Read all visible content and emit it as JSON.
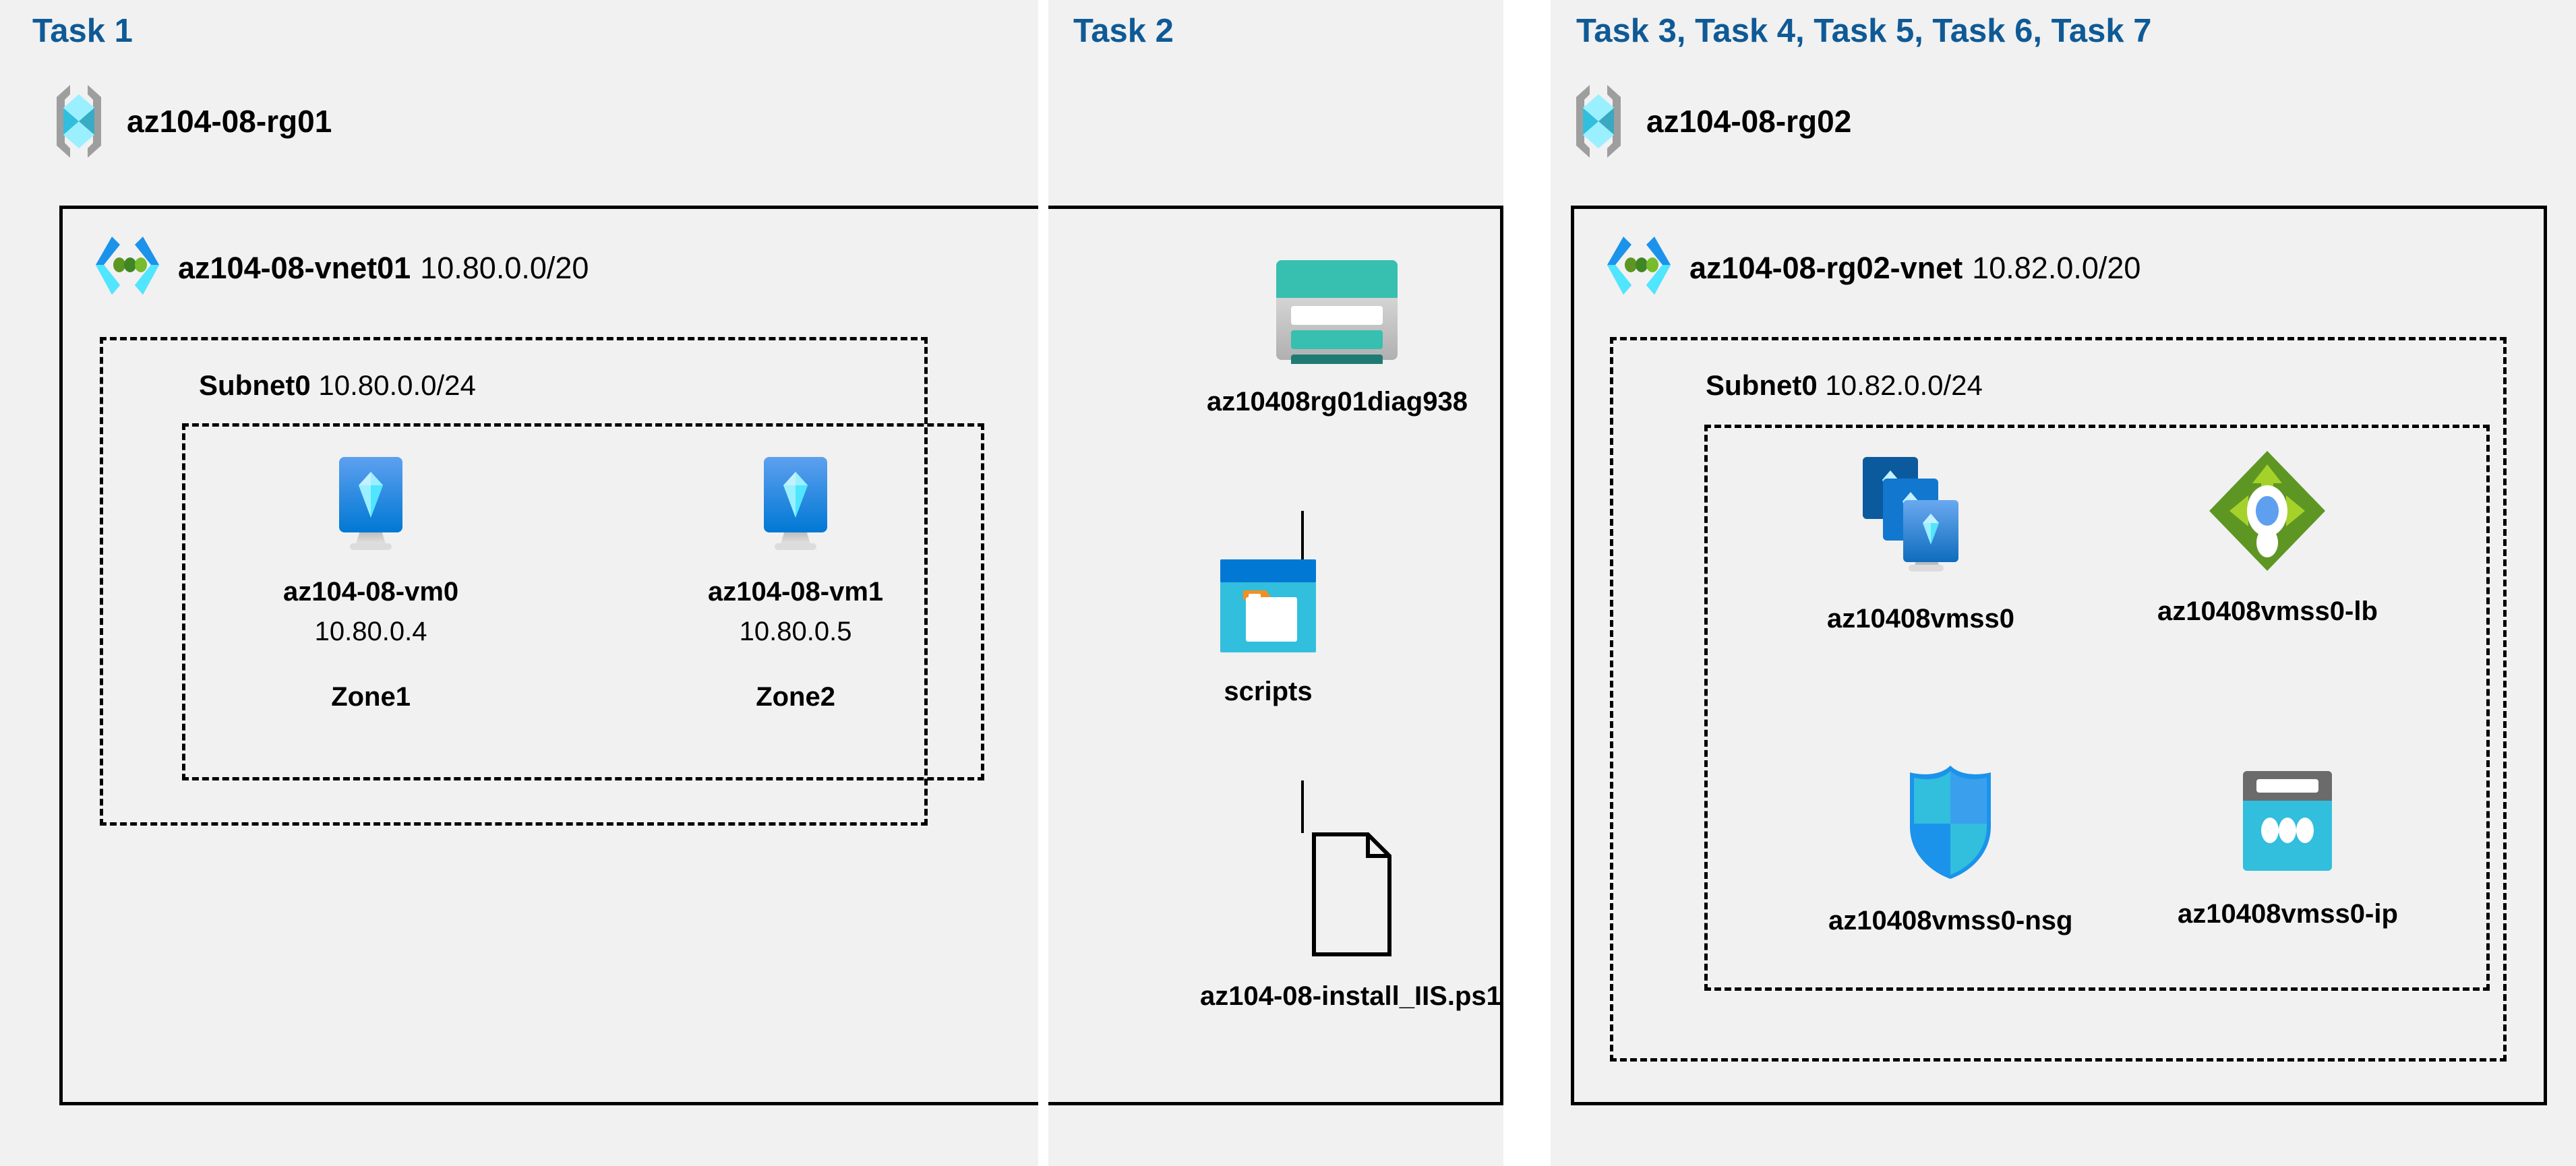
{
  "panels": [
    {
      "task_label": "Task 1"
    },
    {
      "task_label": "Task 2"
    },
    {
      "task_label": "Task 3, Task 4, Task 5, Task 6, Task 7"
    }
  ],
  "colors": {
    "task_label": "#0f5a96",
    "panel_background": "#f1f1f1",
    "page_background": "#ffffff",
    "border": "#000000",
    "vm_blue_dark": "#0078d4",
    "vm_blue_light": "#50b0f0",
    "storage_teal": "#37bfb0",
    "storage_teal_dark": "#1f7a74",
    "lb_green": "#5e9624",
    "lb_green_light": "#a4d22a",
    "nsg_cyan": "#32bedd",
    "nsg_blue": "#1b93eb",
    "ip_cyan": "#32bedd",
    "ip_gray": "#6b6b6b",
    "rg_bracket_gray": "#9e9e9e",
    "vnet_green_dot": "#5e9624"
  },
  "task1": {
    "resource_group": {
      "name": "az104-08-rg01",
      "icon": "resource-group-icon"
    },
    "vnet": {
      "name": "az104-08-vnet01",
      "cidr": "10.80.0.0/20",
      "icon": "virtual-network-icon"
    },
    "subnet": {
      "name": "Subnet0",
      "cidr": "10.80.0.0/24"
    },
    "vms": [
      {
        "name": "az104-08-vm0",
        "ip": "10.80.0.4",
        "zone": "Zone1",
        "icon": "virtual-machine-icon"
      },
      {
        "name": "az104-08-vm1",
        "ip": "10.80.0.5",
        "zone": "Zone2",
        "icon": "virtual-machine-icon"
      }
    ]
  },
  "task2": {
    "storage_account": {
      "name": "az10408rg01diag938",
      "icon": "storage-account-icon"
    },
    "container": {
      "name": "scripts",
      "icon": "blob-container-icon"
    },
    "file": {
      "name": "az104-08-install_IIS.ps1",
      "icon": "file-icon"
    }
  },
  "task3": {
    "resource_group": {
      "name": "az104-08-rg02",
      "icon": "resource-group-icon"
    },
    "vnet": {
      "name": "az104-08-rg02-vnet",
      "cidr": "10.82.0.0/20",
      "icon": "virtual-network-icon"
    },
    "subnet": {
      "name": "Subnet0",
      "cidr": "10.82.0.0/24"
    },
    "resources": [
      {
        "name": "az10408vmss0",
        "icon": "vm-scale-set-icon"
      },
      {
        "name": "az10408vmss0-lb",
        "icon": "load-balancer-icon"
      },
      {
        "name": "az10408vmss0-nsg",
        "icon": "network-security-group-icon"
      },
      {
        "name": "az10408vmss0-ip",
        "icon": "public-ip-address-icon"
      }
    ]
  }
}
